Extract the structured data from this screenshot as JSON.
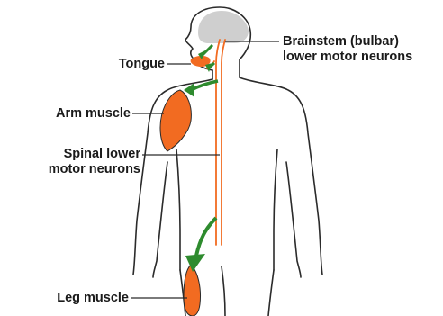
{
  "labels": {
    "brainstem_line1": "Brainstem (bulbar)",
    "brainstem_line2": "lower motor neurons",
    "tongue": "Tongue",
    "arm_muscle": "Arm muscle",
    "spinal_line1": "Spinal lower",
    "spinal_line2": "motor neurons",
    "leg_muscle": "Leg muscle"
  },
  "colors": {
    "body_outline": "#2b2b2b",
    "brain_fill": "#cfcfcf",
    "muscle_fill": "#f26b21",
    "neuron_stroke": "#f26b21",
    "arrow_green": "#2e8b2e",
    "label_text": "#1a1a1a"
  }
}
